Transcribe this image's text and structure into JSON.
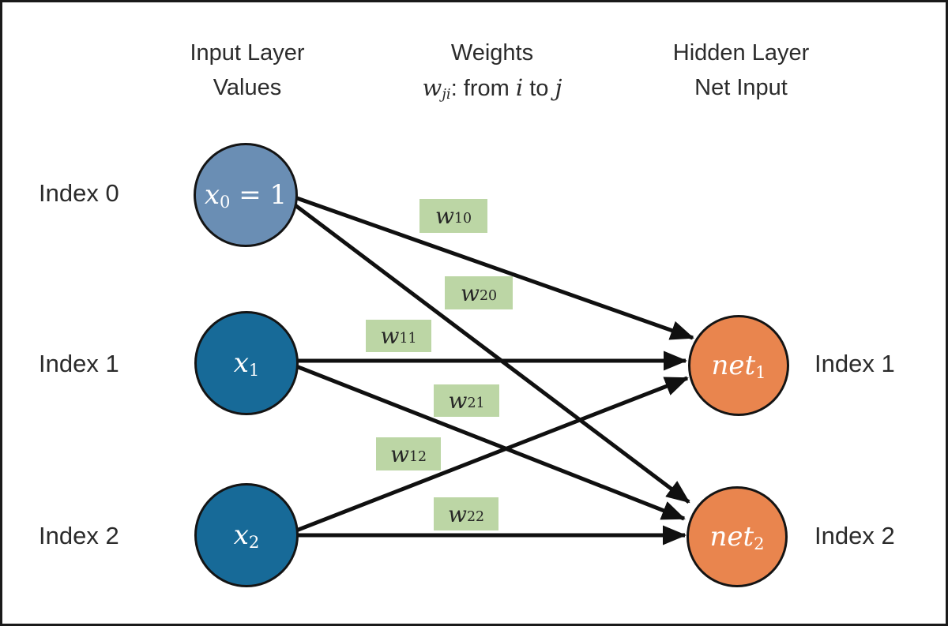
{
  "colors": {
    "bias_node_fill": "#6a8eb4",
    "input_node_fill": "#176a98",
    "output_node_fill": "#e9854e",
    "weight_label_bg": "#bcd6a5",
    "edge_color": "#101010",
    "text_color": "#2b2b2b",
    "node_text_color": "#ffffff",
    "border_color": "#1a1a1a"
  },
  "headers": {
    "input": {
      "line1": "Input Layer",
      "line2": "Values"
    },
    "weights": {
      "line1": "Weights",
      "line2_parts": [
        {
          "t": "w",
          "s": "it"
        },
        {
          "t": "ji",
          "s": "subit"
        },
        {
          "t": ": from ",
          "s": "norm"
        },
        {
          "t": "i",
          "s": "it"
        },
        {
          "t": " to ",
          "s": "norm"
        },
        {
          "t": "j",
          "s": "it"
        }
      ]
    },
    "hidden": {
      "line1": "Hidden Layer",
      "line2": "Net Input"
    }
  },
  "row_labels": {
    "left": [
      "Index 0",
      "Index 1",
      "Index 2"
    ],
    "right": [
      "Index 1",
      "Index 2"
    ]
  },
  "nodes": {
    "x0": {
      "parts": [
        {
          "t": "x",
          "s": "it"
        },
        {
          "t": "0",
          "s": "sub"
        },
        {
          "t": " = 1",
          "s": "norm"
        }
      ]
    },
    "x1": {
      "parts": [
        {
          "t": "x",
          "s": "it"
        },
        {
          "t": "1",
          "s": "sub"
        }
      ]
    },
    "x2": {
      "parts": [
        {
          "t": "x",
          "s": "it"
        },
        {
          "t": "2",
          "s": "sub"
        }
      ]
    },
    "net1": {
      "parts": [
        {
          "t": "net",
          "s": "it"
        },
        {
          "t": "1",
          "s": "sub"
        }
      ]
    },
    "net2": {
      "parts": [
        {
          "t": "net",
          "s": "it"
        },
        {
          "t": "2",
          "s": "sub"
        }
      ]
    }
  },
  "weight_labels": {
    "w10": {
      "parts": [
        {
          "t": "w",
          "s": "it"
        },
        {
          "t": "10",
          "s": "sub"
        }
      ]
    },
    "w20": {
      "parts": [
        {
          "t": "w",
          "s": "it"
        },
        {
          "t": "20",
          "s": "sub"
        }
      ]
    },
    "w11": {
      "parts": [
        {
          "t": "w",
          "s": "it"
        },
        {
          "t": "11",
          "s": "sub"
        }
      ]
    },
    "w21": {
      "parts": [
        {
          "t": "w",
          "s": "it"
        },
        {
          "t": "21",
          "s": "sub"
        }
      ]
    },
    "w12": {
      "parts": [
        {
          "t": "w",
          "s": "it"
        },
        {
          "t": "12",
          "s": "sub"
        }
      ]
    },
    "w22": {
      "parts": [
        {
          "t": "w",
          "s": "it"
        },
        {
          "t": "22",
          "s": "sub"
        }
      ]
    }
  }
}
